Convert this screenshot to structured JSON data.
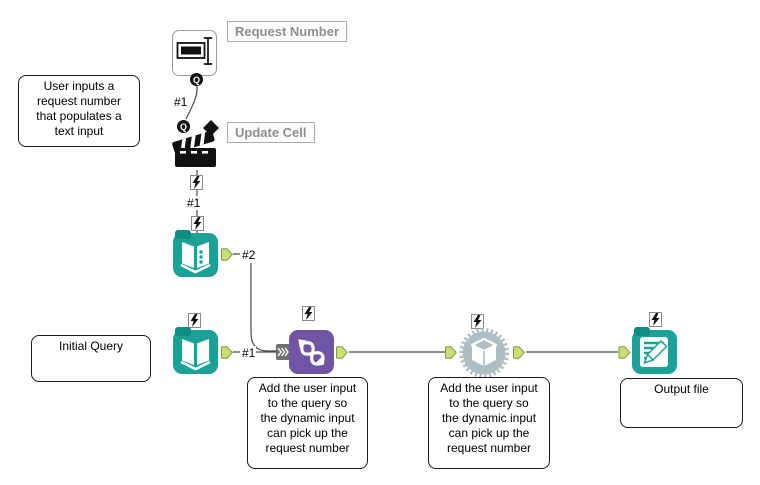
{
  "colors": {
    "teal": "#1BA195",
    "teal_dark": "#0F8D82",
    "purple": "#7055A5",
    "gear_gray": "#AFBEC3",
    "anchor_green": "#CBDD74",
    "anchor_green_border": "#7E9B3B",
    "label_gray": "#8F8F8F",
    "wire": "#4a4a4a"
  },
  "icons": {
    "question_glyph": "Q"
  },
  "tool_labels": {
    "request_number": "Request Number",
    "update_cell": "Update Cell"
  },
  "annotations": {
    "user_input": "User inputs a\nrequest number\nthat populates a\ntext input",
    "initial_query": "Initial Query",
    "dynamic_note_left": "Add the user input\nto the query so\nthe dynamic input\ncan pick up the\nrequest number",
    "dynamic_note_right": "Add the user input\nto the query so\nthe dynamic input\ncan pick up the\nrequest number",
    "output_file": "Output file"
  },
  "connection_labels": {
    "question": "#1",
    "action": "#1",
    "input_top_out": "#2",
    "input_bottom_out": "#1"
  }
}
